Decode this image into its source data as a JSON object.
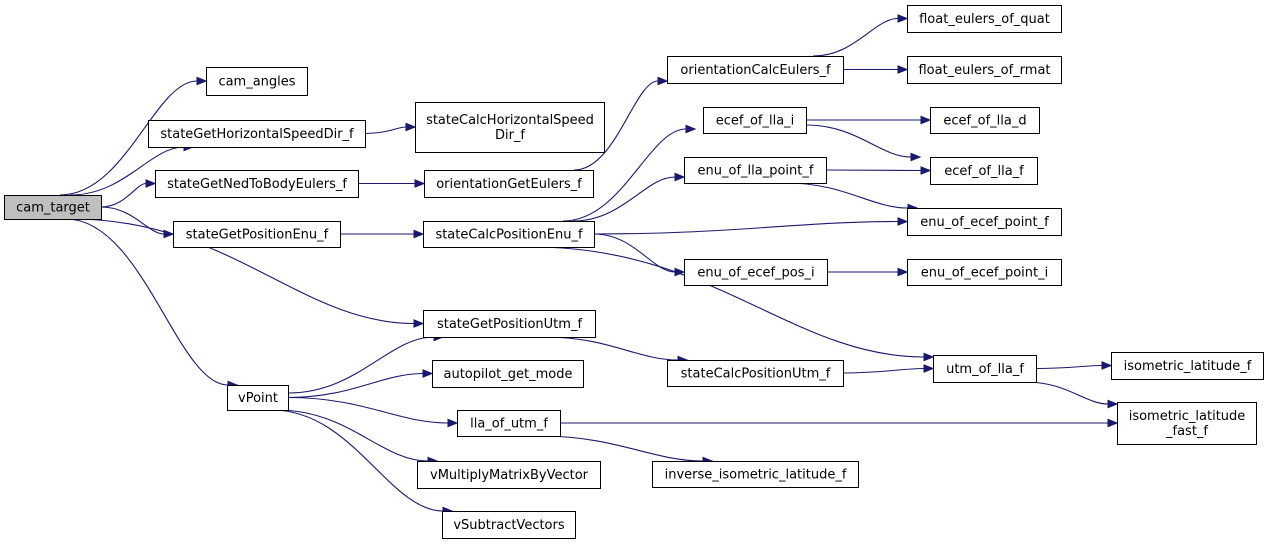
{
  "colors": {
    "edge": "#191970",
    "root_fill": "#bfbfbf",
    "node_fill": "#ffffff",
    "border": "#000000"
  },
  "nodes": {
    "cam_target": [
      "cam_target"
    ],
    "cam_angles": [
      "cam_angles"
    ],
    "stateGetHorizontalSpeedDir_f": [
      "stateGetHorizontalSpeedDir_f"
    ],
    "stateCalcHorizontalSpeedDir_f": [
      "stateCalcHorizontalSpeed",
      "Dir_f"
    ],
    "stateGetNedToBodyEulers_f": [
      "stateGetNedToBodyEulers_f"
    ],
    "orientationGetEulers_f": [
      "orientationGetEulers_f"
    ],
    "orientationCalcEulers_f": [
      "orientationCalcEulers_f"
    ],
    "float_eulers_of_quat": [
      "float_eulers_of_quat"
    ],
    "float_eulers_of_rmat": [
      "float_eulers_of_rmat"
    ],
    "stateGetPositionEnu_f": [
      "stateGetPositionEnu_f"
    ],
    "stateCalcPositionEnu_f": [
      "stateCalcPositionEnu_f"
    ],
    "ecef_of_lla_i": [
      "ecef_of_lla_i"
    ],
    "ecef_of_lla_d": [
      "ecef_of_lla_d"
    ],
    "ecef_of_lla_f": [
      "ecef_of_lla_f"
    ],
    "enu_of_lla_point_f": [
      "enu_of_lla_point_f"
    ],
    "enu_of_ecef_point_f": [
      "enu_of_ecef_point_f"
    ],
    "enu_of_ecef_pos_i": [
      "enu_of_ecef_pos_i"
    ],
    "enu_of_ecef_point_i": [
      "enu_of_ecef_point_i"
    ],
    "stateGetPositionUtm_f": [
      "stateGetPositionUtm_f"
    ],
    "stateCalcPositionUtm_f": [
      "stateCalcPositionUtm_f"
    ],
    "utm_of_lla_f": [
      "utm_of_lla_f"
    ],
    "isometric_latitude_f": [
      "isometric_latitude_f"
    ],
    "isometric_latitude_fast_f": [
      "isometric_latitude",
      "_fast_f"
    ],
    "vPoint": [
      "vPoint"
    ],
    "autopilot_get_mode": [
      "autopilot_get_mode"
    ],
    "lla_of_utm_f": [
      "lla_of_utm_f"
    ],
    "inverse_isometric_latitude_f": [
      "inverse_isometric_latitude_f"
    ],
    "vMultiplyMatrixByVector": [
      "vMultiplyMatrixByVector"
    ],
    "vSubtractVectors": [
      "vSubtractVectors"
    ]
  },
  "edges": [
    [
      "cam_target",
      "cam_angles"
    ],
    [
      "cam_target",
      "stateGetHorizontalSpeedDir_f"
    ],
    [
      "cam_target",
      "stateGetNedToBodyEulers_f"
    ],
    [
      "cam_target",
      "stateGetPositionEnu_f"
    ],
    [
      "cam_target",
      "stateGetPositionUtm_f"
    ],
    [
      "cam_target",
      "vPoint"
    ],
    [
      "stateGetHorizontalSpeedDir_f",
      "stateCalcHorizontalSpeedDir_f"
    ],
    [
      "stateGetNedToBodyEulers_f",
      "orientationGetEulers_f"
    ],
    [
      "orientationGetEulers_f",
      "orientationCalcEulers_f"
    ],
    [
      "orientationCalcEulers_f",
      "float_eulers_of_quat"
    ],
    [
      "orientationCalcEulers_f",
      "float_eulers_of_rmat"
    ],
    [
      "stateGetPositionEnu_f",
      "stateCalcPositionEnu_f"
    ],
    [
      "stateCalcPositionEnu_f",
      "ecef_of_lla_i"
    ],
    [
      "stateCalcPositionEnu_f",
      "enu_of_lla_point_f"
    ],
    [
      "stateCalcPositionEnu_f",
      "enu_of_ecef_point_f"
    ],
    [
      "stateCalcPositionEnu_f",
      "enu_of_ecef_pos_i"
    ],
    [
      "stateCalcPositionEnu_f",
      "utm_of_lla_f"
    ],
    [
      "ecef_of_lla_i",
      "ecef_of_lla_d"
    ],
    [
      "ecef_of_lla_i",
      "ecef_of_lla_f"
    ],
    [
      "enu_of_lla_point_f",
      "ecef_of_lla_f"
    ],
    [
      "enu_of_lla_point_f",
      "enu_of_ecef_point_f"
    ],
    [
      "enu_of_ecef_pos_i",
      "enu_of_ecef_point_i"
    ],
    [
      "stateGetPositionUtm_f",
      "stateCalcPositionUtm_f"
    ],
    [
      "stateCalcPositionUtm_f",
      "utm_of_lla_f"
    ],
    [
      "utm_of_lla_f",
      "isometric_latitude_f"
    ],
    [
      "utm_of_lla_f",
      "isometric_latitude_fast_f"
    ],
    [
      "vPoint",
      "stateGetPositionUtm_f"
    ],
    [
      "vPoint",
      "autopilot_get_mode"
    ],
    [
      "vPoint",
      "lla_of_utm_f"
    ],
    [
      "vPoint",
      "vMultiplyMatrixByVector"
    ],
    [
      "vPoint",
      "vSubtractVectors"
    ],
    [
      "lla_of_utm_f",
      "isometric_latitude_fast_f"
    ],
    [
      "lla_of_utm_f",
      "inverse_isometric_latitude_f"
    ]
  ]
}
